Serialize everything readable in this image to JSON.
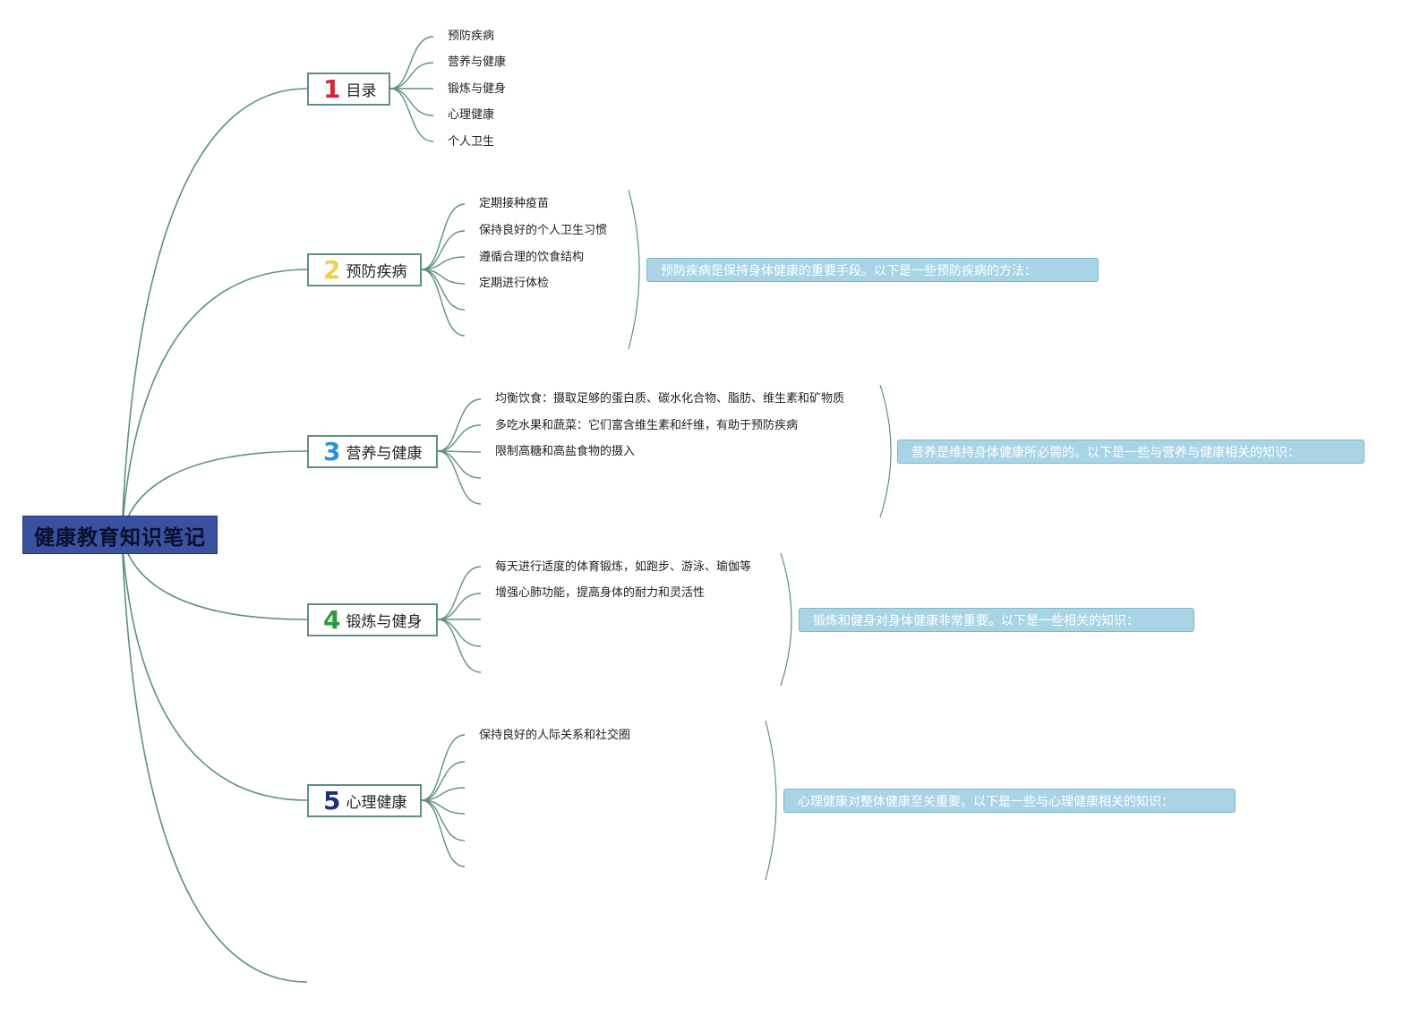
{
  "root": {
    "title": "健康教育知识笔记"
  },
  "branches": [
    {
      "number": "1",
      "label": "目录",
      "color": "#d0283a",
      "children": [
        "预防疾病",
        "营养与健康",
        "锻炼与健身",
        "心理健康",
        "个人卫生"
      ],
      "summary": ""
    },
    {
      "number": "2",
      "label": "预防疾病",
      "color": "#f2cf4a",
      "children": [
        "定期接种疫苗",
        "保持良好的个人卫生习惯",
        "遵循合理的饮食结构",
        "定期进行体检",
        "",
        ""
      ],
      "summary": "预防疾病是保持身体健康的重要手段。以下是一些预防疾病的方法："
    },
    {
      "number": "3",
      "label": "营养与健康",
      "color": "#2a93d5",
      "children": [
        "均衡饮食：摄取足够的蛋白质、碳水化合物、脂肪、维生素和矿物质",
        "多吃水果和蔬菜：它们富含维生素和纤维，有助于预防疾病",
        "限制高糖和高盐食物的摄入",
        "",
        ""
      ],
      "summary": "营养是维持身体健康所必需的。以下是一些与营养与健康相关的知识："
    },
    {
      "number": "4",
      "label": "锻炼与健身",
      "color": "#2e9a3c",
      "children": [
        "每天进行适度的体育锻炼，如跑步、游泳、瑜伽等",
        "增强心肺功能，提高身体的耐力和灵活性",
        "",
        "",
        ""
      ],
      "summary": "锻炼和健身对身体健康非常重要。以下是一些相关的知识："
    },
    {
      "number": "5",
      "label": "心理健康",
      "color": "#1e2f7a",
      "children": [
        "保持良好的人际关系和社交圈",
        "",
        "",
        "",
        "",
        ""
      ],
      "summary": "心理健康对整体健康至关重要。以下是一些与心理健康相关的知识："
    }
  ],
  "colors": {
    "line": "#5f8f84",
    "summary_fill": "#a8d4e6",
    "root_fill": "#3a51a0"
  }
}
